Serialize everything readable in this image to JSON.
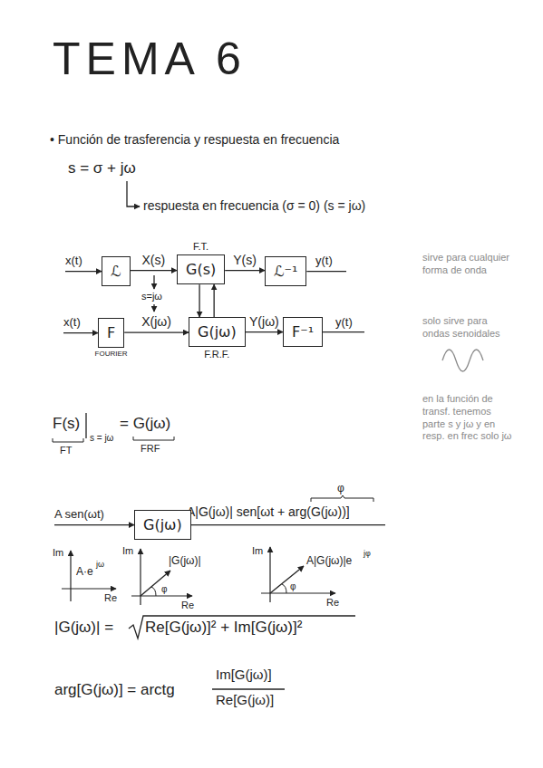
{
  "diagram": {
    "title": "TEMA 6",
    "nodes": [
      {
        "text": [
          "ℒ"
        ]
      },
      {
        "text": [
          "F.T.",
          "G(s)"
        ]
      },
      {
        "text": [
          "ℒ⁻¹"
        ]
      },
      {
        "text": [
          "F",
          "FOURIER"
        ]
      },
      {
        "text": [
          "G(jω)",
          "F.R.F."
        ]
      },
      {
        "text": [
          "F⁻¹"
        ]
      },
      {
        "text": [
          "G(jω)"
        ]
      }
    ],
    "edges": [
      {
        "from": 0,
        "to": 1,
        "arrow": "to",
        "label": "X(s)"
      },
      {
        "from": 1,
        "to": 2,
        "arrow": "to",
        "label": "Y(s)"
      },
      {
        "from": 3,
        "to": 4,
        "arrow": "to",
        "label": "X(jω)"
      },
      {
        "from": 4,
        "to": 5,
        "arrow": "to",
        "label": "Y(jω)"
      },
      {
        "from": 1,
        "to": 4,
        "arrow": "to"
      },
      {
        "from": 4,
        "to": 1,
        "arrow": "to"
      }
    ],
    "labels": [
      "• Función de trasferencia y respuesta en frecuencia",
      "s = σ + jω",
      "respuesta en frecuencia (σ = 0) (s = jω)",
      "x(t)",
      "y(t)",
      "s=jω",
      "x(t)",
      "y(t)",
      "sirve para cualquier forma de onda",
      "solo sirve para ondas senoidales",
      "en la función de transf. tenemos parte s y jω y en resp. en frec solo jω",
      "F(s)",
      "s = jω",
      "= G(jω)",
      "FT",
      "FRF",
      "A sen(ωt)",
      "A|G(jω)| sen[ωt + arg(G(jω))]",
      "φ",
      "Im",
      "A·e",
      "jω",
      "Re",
      "Im",
      "|G(jω)|",
      "φ",
      "Re",
      "Im",
      "A|G(jω)|e",
      "jφ",
      "φ",
      "Re",
      "|G(jω)| =",
      "Re[G(jω)]² + Im[G(jω)]²",
      "arg[G(jω)] = arctg",
      "Im[G(jω)]",
      "Re[G(jω)]"
    ]
  }
}
